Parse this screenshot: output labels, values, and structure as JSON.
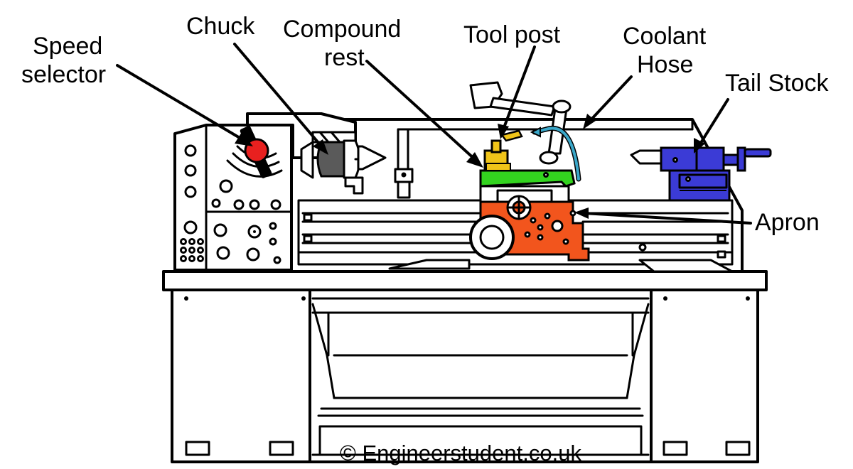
{
  "labels": {
    "speed_selector_line1": "Speed",
    "speed_selector_line2": "selector",
    "chuck": "Chuck",
    "compound_rest_line1": "Compound",
    "compound_rest_line2": "rest",
    "tool_post": "Tool post",
    "coolant_hose_line1": "Coolant",
    "coolant_hose_line2": "Hose",
    "tail_stock": "Tail Stock",
    "apron": "Apron"
  },
  "copyright": "© Engineerstudent.co.uk",
  "colors": {
    "speed_selector": "#e8201f",
    "chuck": "#5a5a5a",
    "compound_rest": "#33d41f",
    "tool_post": "#f0c419",
    "coolant_hose": "#3aa7c9",
    "tail_stock": "#3b3bd6",
    "apron": "#f2551d",
    "outline": "#000000"
  }
}
